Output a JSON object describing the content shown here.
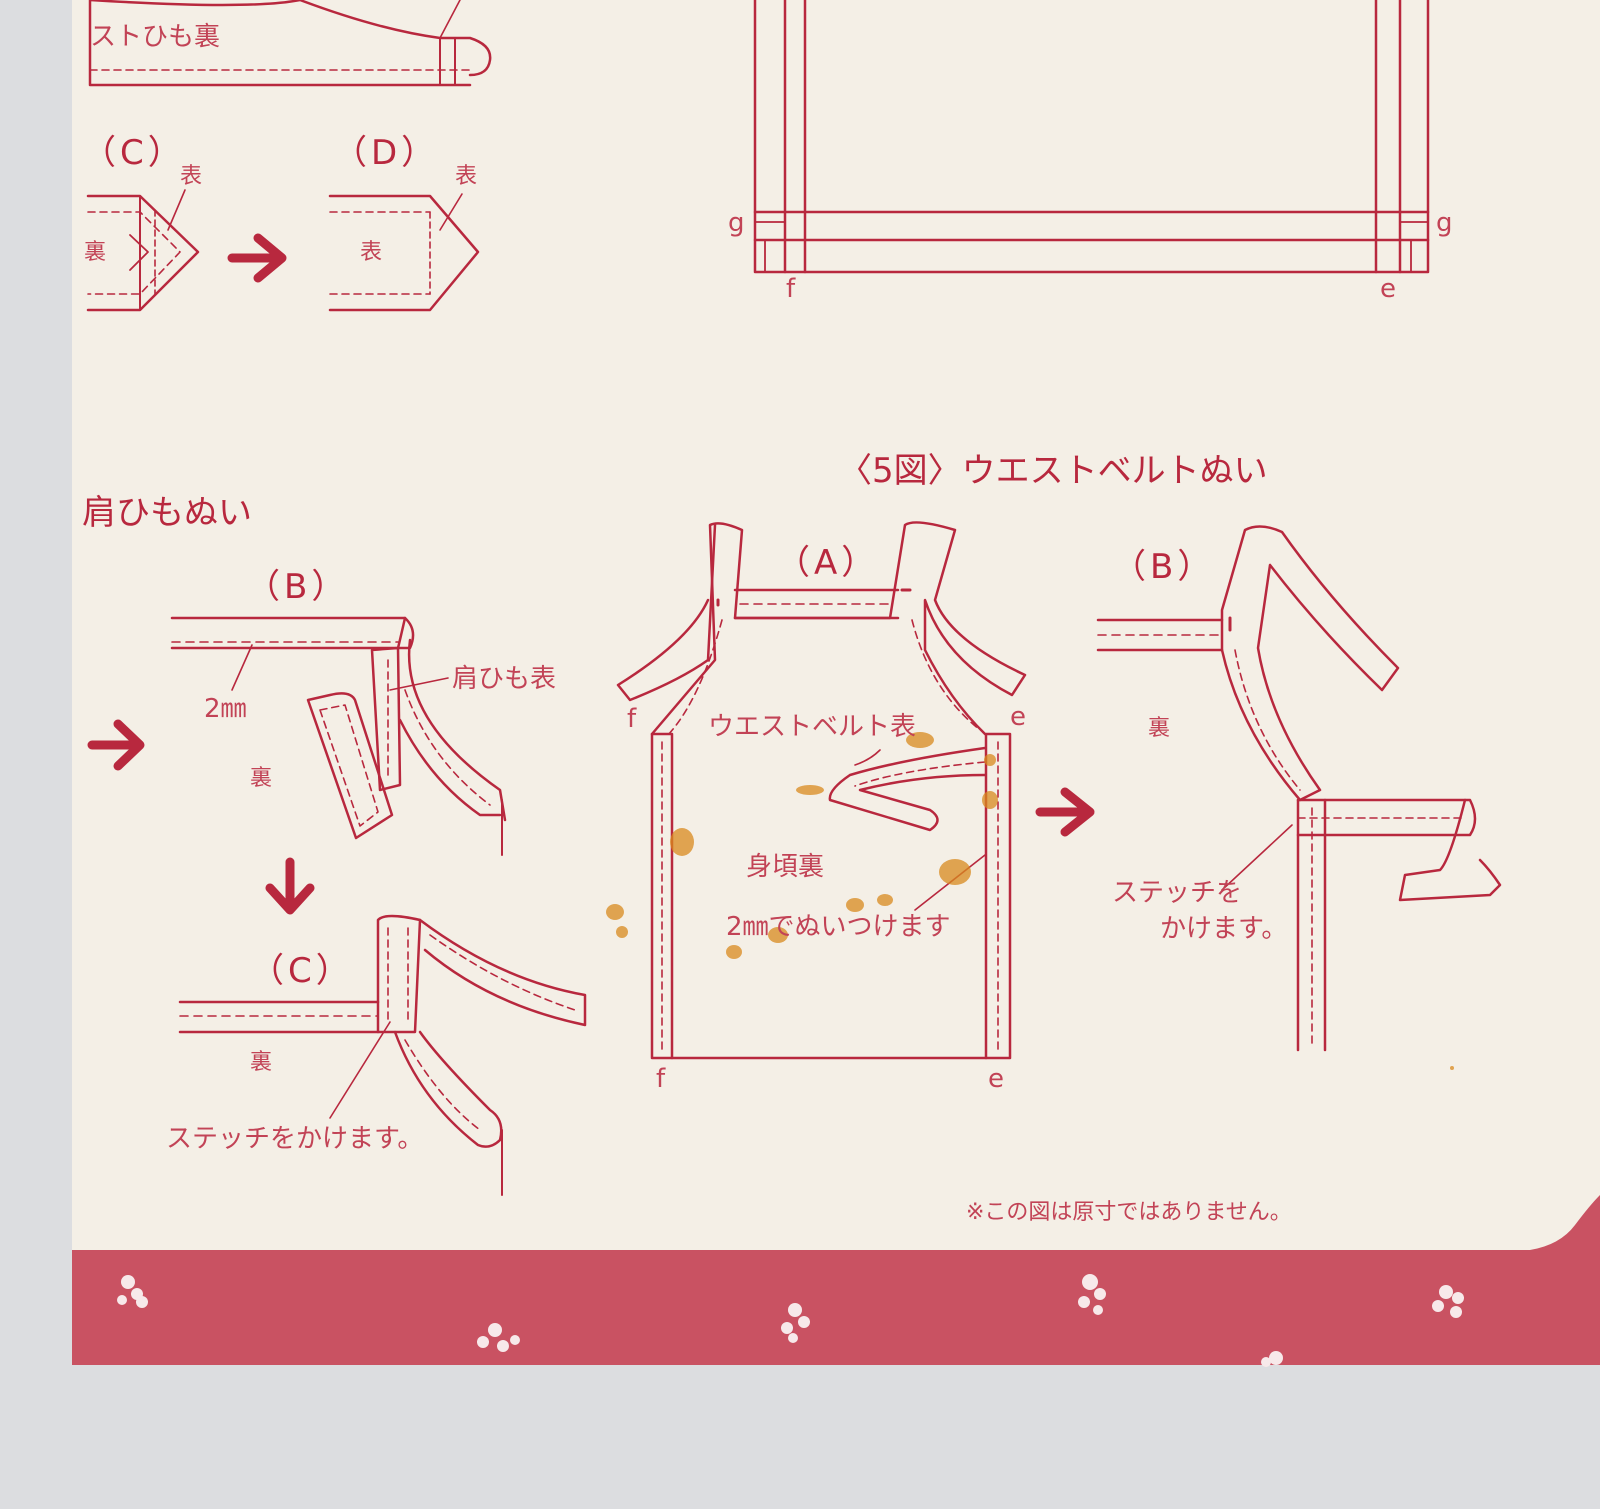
{
  "top_left": {
    "strap_label": "ストひも裏",
    "step_c": "（C）",
    "step_d": "（D）",
    "c_omote": "表",
    "c_ura": "裏",
    "d_omote": "表",
    "d_inner": "表"
  },
  "top_right": {
    "corner_left": "g",
    "corner_right": "g",
    "bottom_left": "f",
    "bottom_right": "e"
  },
  "strap_section": {
    "title": "肩ひもぬい",
    "step_b": "（B）",
    "b_callout_strap": "肩ひも表",
    "b_callout_mm": "2㎜",
    "b_ura": "裏",
    "step_c": "（C）",
    "c_ura": "裏",
    "c_callout": "ステッチをかけます。"
  },
  "waist_section": {
    "title": "〈5図〉ウエストベルトぬい",
    "step_a": "（A）",
    "a_left_top": "f",
    "a_right_top": "e",
    "a_left_bottom": "f",
    "a_right_bottom": "e",
    "a_belt": "ウエストベルト表",
    "a_body": "身頃裏",
    "a_callout": "2㎜でぬいつけます",
    "step_b": "（B）",
    "b_ura": "裏",
    "b_callout_1": "ステッチを",
    "b_callout_2": "かけます。"
  },
  "note": "※この図は原寸ではありません。",
  "colors": {
    "line": "#b8283e",
    "band": "#c95262",
    "paper": "#f4efe6",
    "stain": "#d98a1e"
  }
}
